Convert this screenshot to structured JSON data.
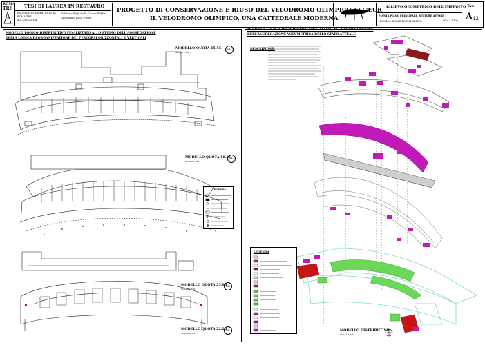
{
  "header": {
    "logo_line1": "ROMA",
    "logo_line2": "TRE",
    "thesis_label": "TESI DI LAUREA IN RESTAURO",
    "faculty_line1": "FACOLTA' DI ARCHITETTURA",
    "faculty_line2": "ROMA TRE",
    "faculty_line3": "A.A. 2003/2004",
    "supervisor_line1": "Relatore: Prof. Arch. Cesare Feiffer",
    "supervisor_line2": "Laureando: Luca Trenti",
    "title_line1": "PROGETTO DI CONSERVAZIONE E RIUSO DEL VELODROMO OLIMPICO ALL'EUR",
    "title_line2": "IL VELODROMO OLIMPICO, UNA CATTEDRALE MODERNA",
    "section_title": "RILIEVO GEOMETRICO DELL'IMPIANTO",
    "section_sub": "PIANTA PIANO PRINCIPALE, SETTORE ATTORE 1",
    "section_sub2": "MODELLO GEOMETRICO DI RILIEVO",
    "scale": "SCALA 1:500",
    "table_label": "Tav.",
    "table_letter": "A",
    "table_number": "12"
  },
  "left_panel": {
    "heading_line1": "MODELLO LOGICO-DISTRIBUTIVO FINALIZZATO ALLO STUDIO DELL'AGGREGAZIONE",
    "heading_line2": "DELLA LOGICA DI ORGANIZZAZIONE DEI PERCORSI ORIZZONTALI E VERTICALI",
    "models": [
      {
        "label": "MODELLO QUOTA 15.55",
        "scale": "SCALA 1:500",
        "badge": "M₁"
      },
      {
        "label": "MODELLO QUOTA 18.85",
        "scale": "SCALA 1:500",
        "badge": "M₂"
      },
      {
        "label": "MODELLO QUOTA 25.98",
        "scale": "SCALA 1:500",
        "badge": "M₃"
      },
      {
        "label": "MODELLO QUOTA 22.25",
        "scale": "SCALA 1:500",
        "badge": "M₄"
      }
    ],
    "legend_title": "LEGENDA"
  },
  "right_panel": {
    "heading_line1": "MODELLO LOGICO-DISTRIBUTIVO FINALIZZATO ALLA COMPRENSIONE",
    "heading_line2": "DELL'AGGREGAZIONE VOLUMETRICA DELLO STATO ATTUALE",
    "description_label": "DESCRIZIONE:",
    "legend_title": "LEGENDA",
    "model_label": "MODELLO DISTRIBUTIVO",
    "model_scale": "SCALA 1:500"
  },
  "colors": {
    "magenta": "#c21ab8",
    "green": "#6bd85a",
    "red": "#c81414",
    "cyan": "#7fd6d6"
  }
}
